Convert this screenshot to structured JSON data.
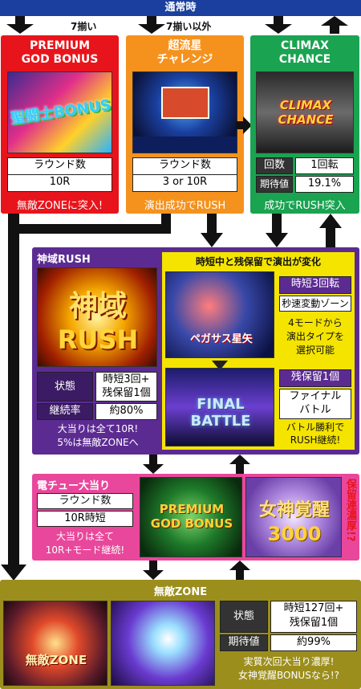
{
  "top_bar": {
    "title": "通常時"
  },
  "branch_labels": {
    "seven": "7揃い",
    "non_seven": "7揃い以外"
  },
  "premium_god_bonus": {
    "title_line1": "PREMIUM",
    "title_line2": "GOD BONUS",
    "round_label": "ラウンド数",
    "round_value": "10R",
    "footer": "無敵ZONEに突入!",
    "image_text": "聖闘士BONUS"
  },
  "challenge": {
    "title_line1": "超流星",
    "title_line2": "チャレンジ",
    "round_label": "ラウンド数",
    "round_value": "3 or 10R",
    "footer": "演出成功でRUSH"
  },
  "climax": {
    "title_line1": "CLIMAX",
    "title_line2": "CHANCE",
    "image_text": "CLIMAX CHANCE",
    "rows": [
      {
        "label": "回数",
        "value": "1回転"
      },
      {
        "label": "期待値",
        "value": "19.1%"
      }
    ],
    "footer": "成功でRUSH突入"
  },
  "shiniki_rush": {
    "title": "神域RUSH",
    "image_text1": "神域",
    "image_text2": "RUSH",
    "rows": [
      {
        "label": "状態",
        "value_line1": "時短3回+",
        "value_line2": "残保留1個"
      },
      {
        "label": "継続率",
        "value_line1": "約80%",
        "value_line2": ""
      }
    ],
    "footer_line1": "大当りは全て10R!",
    "footer_line2": "5%は無敵ZONEへ"
  },
  "effect_change": {
    "title": "時短中と残保留で演出が変化",
    "jitan_label": "時短3回転",
    "jitan_sub": "秒速変動ゾーン",
    "jitan_desc_line1": "4モードから",
    "jitan_desc_line2": "演出タイプを",
    "jitan_desc_line3": "選択可能",
    "hold_label": "残保留1個",
    "hold_sub_line1": "ファイナル",
    "hold_sub_line2": "バトル",
    "hold_desc_line1": "バトル勝利で",
    "hold_desc_line2": "RUSH継続!",
    "image1_text": "ペガサス星矢",
    "image2_text": "FINAL BATTLE"
  },
  "denchu": {
    "title": "電チュー大当り",
    "round_label": "ラウンド数",
    "round_value": "10R時短",
    "footer_line1": "大当りは全て",
    "footer_line2": "10R+モード継続!",
    "image1_text": "PREMIUM GOD BONUS",
    "image2_text": "女神覚醒",
    "image2_num": "3000",
    "side_text": "保留連濃厚!?"
  },
  "muteki_zone": {
    "title": "無敵ZONE",
    "image1_text": "無敵ZONE",
    "rows": [
      {
        "label": "状態",
        "value_line1": "時短127回+",
        "value_line2": "残保留1個"
      },
      {
        "label": "期待値",
        "value_line1": "約99%",
        "value_line2": ""
      }
    ],
    "footer_line1": "実質次回大当り濃厚!",
    "footer_line2": "女神覚醒BONUSなら!?"
  },
  "colors": {
    "red": "#e8141b",
    "orange": "#f5921e",
    "green": "#1aa351",
    "purple": "#5c2b92",
    "yellow": "#f4e400",
    "pink": "#e9479b",
    "olive": "#9c8e1c",
    "navy": "#1b3f9e"
  }
}
